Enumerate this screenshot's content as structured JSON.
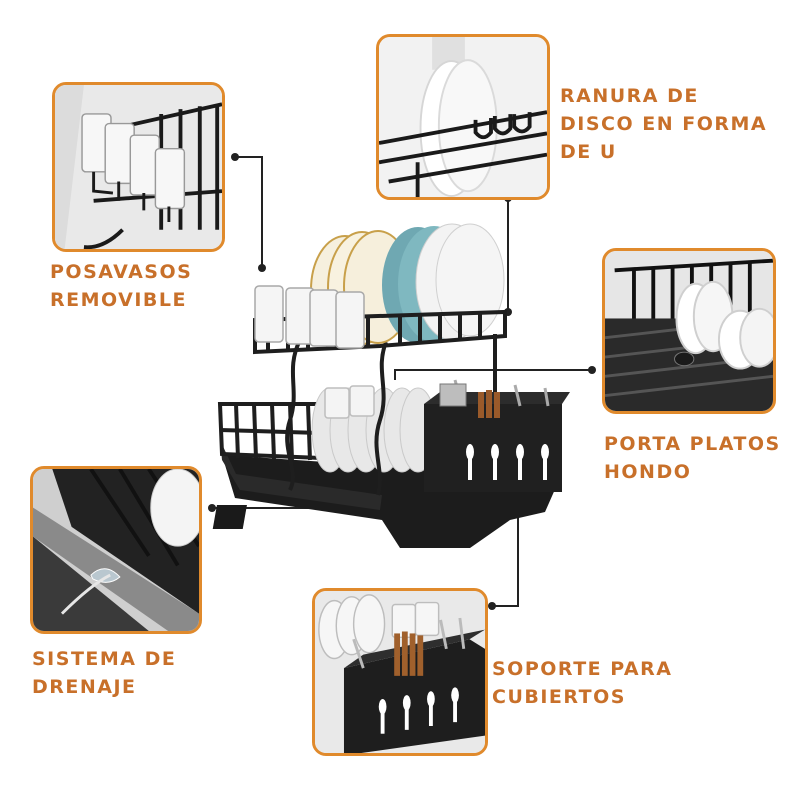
{
  "colors": {
    "accent": "#e08a2c",
    "label_text": "#c8702a",
    "rack": "#1e1e1e",
    "line": "#222222"
  },
  "labels": {
    "posavasos": [
      "POSAVASOS",
      "REMOVIBLE"
    ],
    "ranura": [
      "RANURA DE",
      "DISCO EN FORMA",
      "DE U"
    ],
    "porta_platos": [
      "PORTA PLATOS",
      "HONDO"
    ],
    "sistema": [
      "SISTEMA DE",
      "DRENAJE"
    ],
    "soporte": [
      "SOPORTE PARA",
      "CUBIERTOS"
    ]
  },
  "panels": {
    "cup_holder": "cup-holder-detail",
    "u_slot": "u-slot-detail",
    "deep_plate": "deep-plate-detail",
    "drainage": "drainage-detail",
    "cutlery": "cutlery-detail"
  }
}
